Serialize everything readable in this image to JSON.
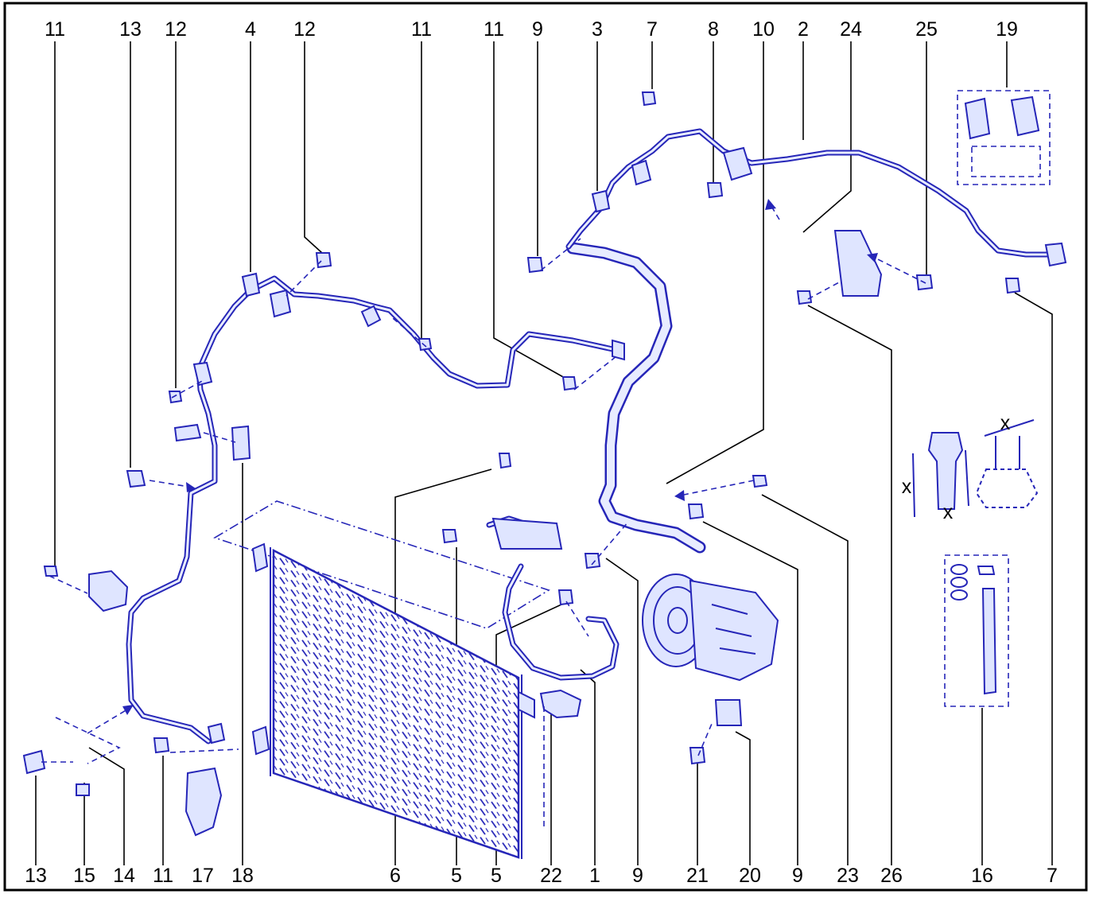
{
  "colors": {
    "linework": "#2626b8",
    "fill": "#dfe5ff",
    "callout_text": "#000000"
  },
  "callouts_top": [
    "11",
    "13",
    "12",
    "4",
    "12",
    "11",
    "11",
    "9",
    "3",
    "7",
    "8",
    "10",
    "2",
    "24",
    "25",
    "19"
  ],
  "callouts_bottom": [
    "13",
    "15",
    "14",
    "11",
    "17",
    "18",
    "6",
    "5",
    "5",
    "22",
    "1",
    "9",
    "21",
    "20",
    "9",
    "23",
    "26",
    "16",
    "7"
  ],
  "inset_labels": {
    "x_a": "x",
    "x_b": "x",
    "x_c": "x"
  }
}
